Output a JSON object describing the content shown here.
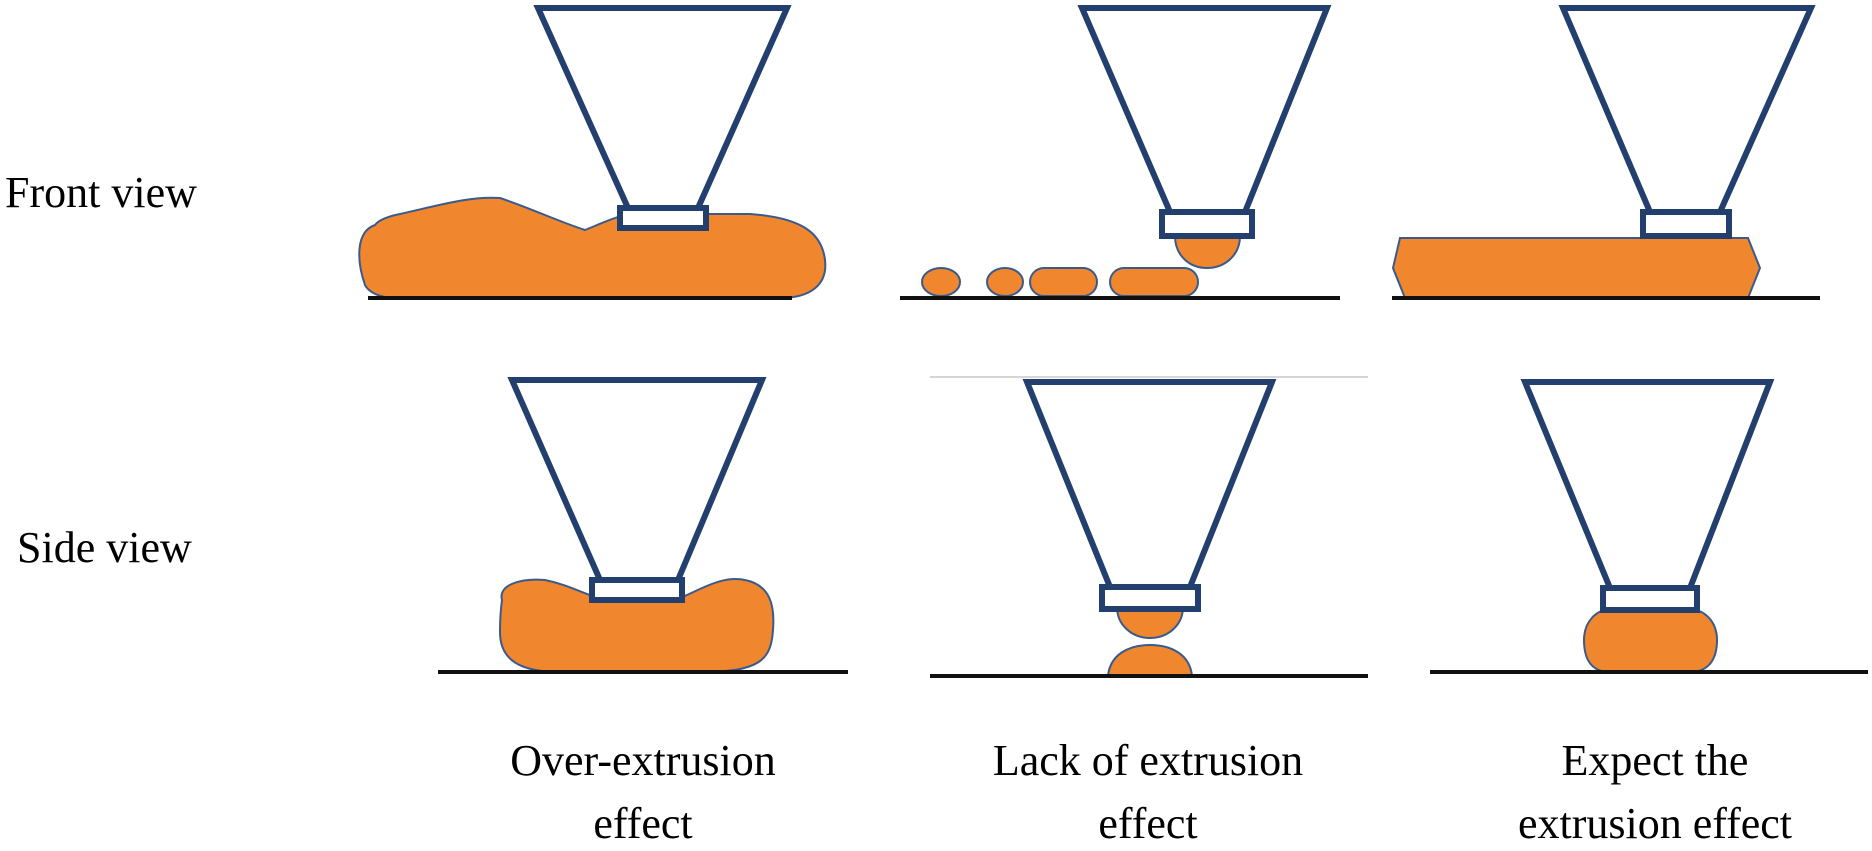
{
  "rows": {
    "front": "Front view",
    "side": "Side view"
  },
  "columns": [
    {
      "line1": "Over-extrusion",
      "line2": "effect"
    },
    {
      "line1": "Lack of extrusion",
      "line2": "effect"
    },
    {
      "line1": "Expect the",
      "line2": "extrusion effect"
    }
  ],
  "colors": {
    "nozzle": "#233F6E",
    "material": "#F0872F",
    "material_outline": "#3A5A8C",
    "ground": "#111111",
    "separator": "#C8C8C8"
  }
}
